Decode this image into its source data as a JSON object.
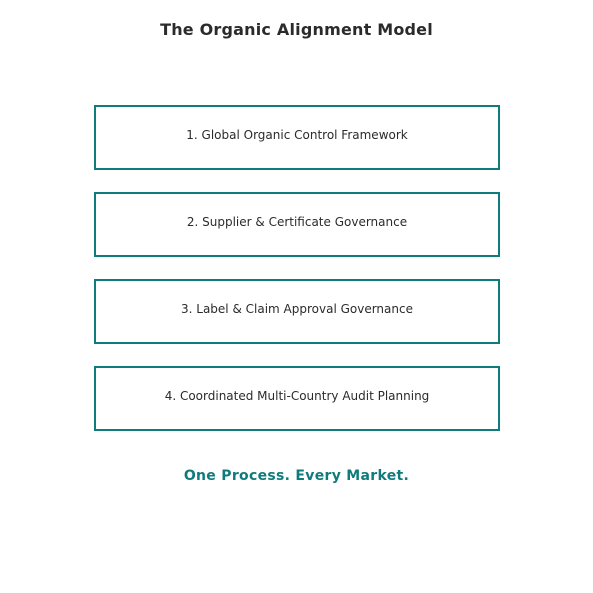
{
  "title": "The Organic Alignment Model",
  "steps": [
    {
      "label": "1. Global Organic Control Framework"
    },
    {
      "label": "2. Supplier & Certificate Governance"
    },
    {
      "label": "3. Label & Claim Approval Governance"
    },
    {
      "label": "4. Coordinated Multi-Country Audit Planning"
    }
  ],
  "tagline": "One Process. Every Market.",
  "colors": {
    "accent": "#0f7b7b",
    "text": "#2b2b2b",
    "background": "#ffffff"
  }
}
